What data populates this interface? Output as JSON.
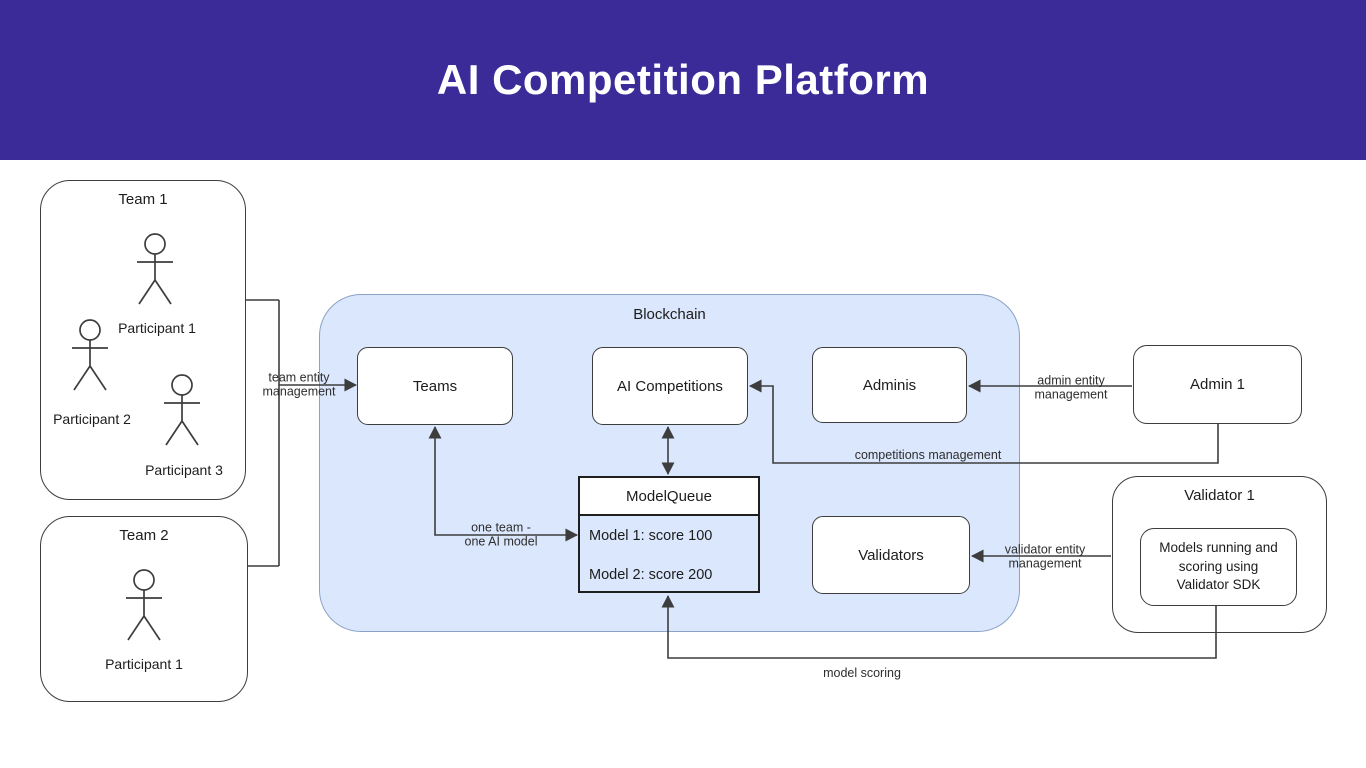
{
  "header": {
    "title": "AI Competition Platform",
    "bg_color": "#3a2b99",
    "text_color": "#ffffff"
  },
  "diagram": {
    "team1": {
      "label": "Team 1",
      "participants": [
        "Participant 1",
        "Participant 2",
        "Participant 3"
      ]
    },
    "team2": {
      "label": "Team 2",
      "participants": [
        "Participant 1"
      ]
    },
    "blockchain": {
      "label": "Blockchain",
      "fill_color": "#dbe7fc",
      "border_color": "#8aa2c6",
      "teams": {
        "label": "Teams"
      },
      "ai_competitions": {
        "label": "AI Competitions"
      },
      "adminis": {
        "label": "Adminis"
      },
      "validators": {
        "label": "Validators"
      },
      "model_queue": {
        "title": "ModelQueue",
        "rows": [
          "Model 1: score 100",
          "Model 2: score 200"
        ]
      }
    },
    "admin1": {
      "label": "Admin 1"
    },
    "validator1": {
      "label": "Validator 1",
      "inner_label": "Models running and scoring using Validator SDK"
    },
    "edges": {
      "team_entity": "team entity management",
      "one_team": "one team - one AI model",
      "admin_entity": "admin entity management",
      "competitions": "competitions management",
      "validator_entity": "validator entity management",
      "model_scoring": "model scoring"
    }
  }
}
